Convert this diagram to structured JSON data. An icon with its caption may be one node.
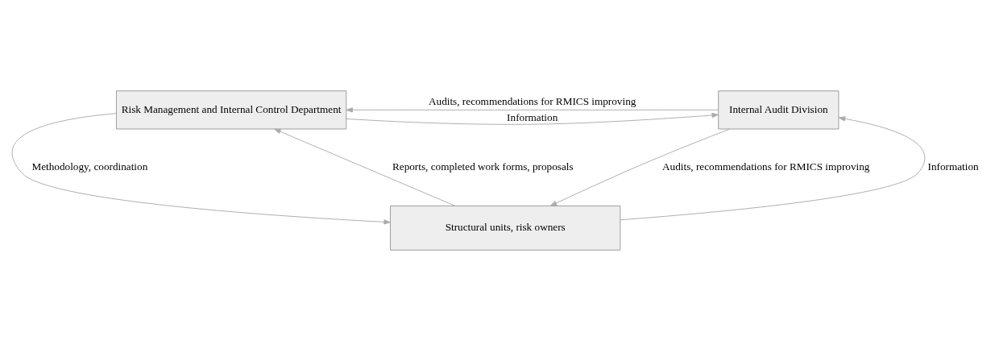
{
  "diagram": {
    "nodes": [
      {
        "text": [
          "Risk Management and Internal Control Department"
        ]
      },
      {
        "text": [
          "Internal Audit Division"
        ]
      },
      {
        "text": [
          "Structural units, risk owners"
        ]
      }
    ],
    "edges": [
      {
        "from": 1,
        "to": 0,
        "arrow": "to",
        "label": "Audits, recommendations for RMICS improving"
      },
      {
        "from": 0,
        "to": 1,
        "arrow": "to",
        "label": "Information"
      },
      {
        "from": 0,
        "to": 2,
        "arrow": "to",
        "label": "Methodology, coordination"
      },
      {
        "from": 2,
        "to": 0,
        "arrow": "to",
        "label": "Reports, completed work forms, proposals"
      },
      {
        "from": 2,
        "to": 1,
        "arrow": "to",
        "label": "Information"
      },
      {
        "from": 1,
        "to": 2,
        "arrow": "to",
        "label": "Audits, recommendations for RMICS improving"
      }
    ]
  }
}
